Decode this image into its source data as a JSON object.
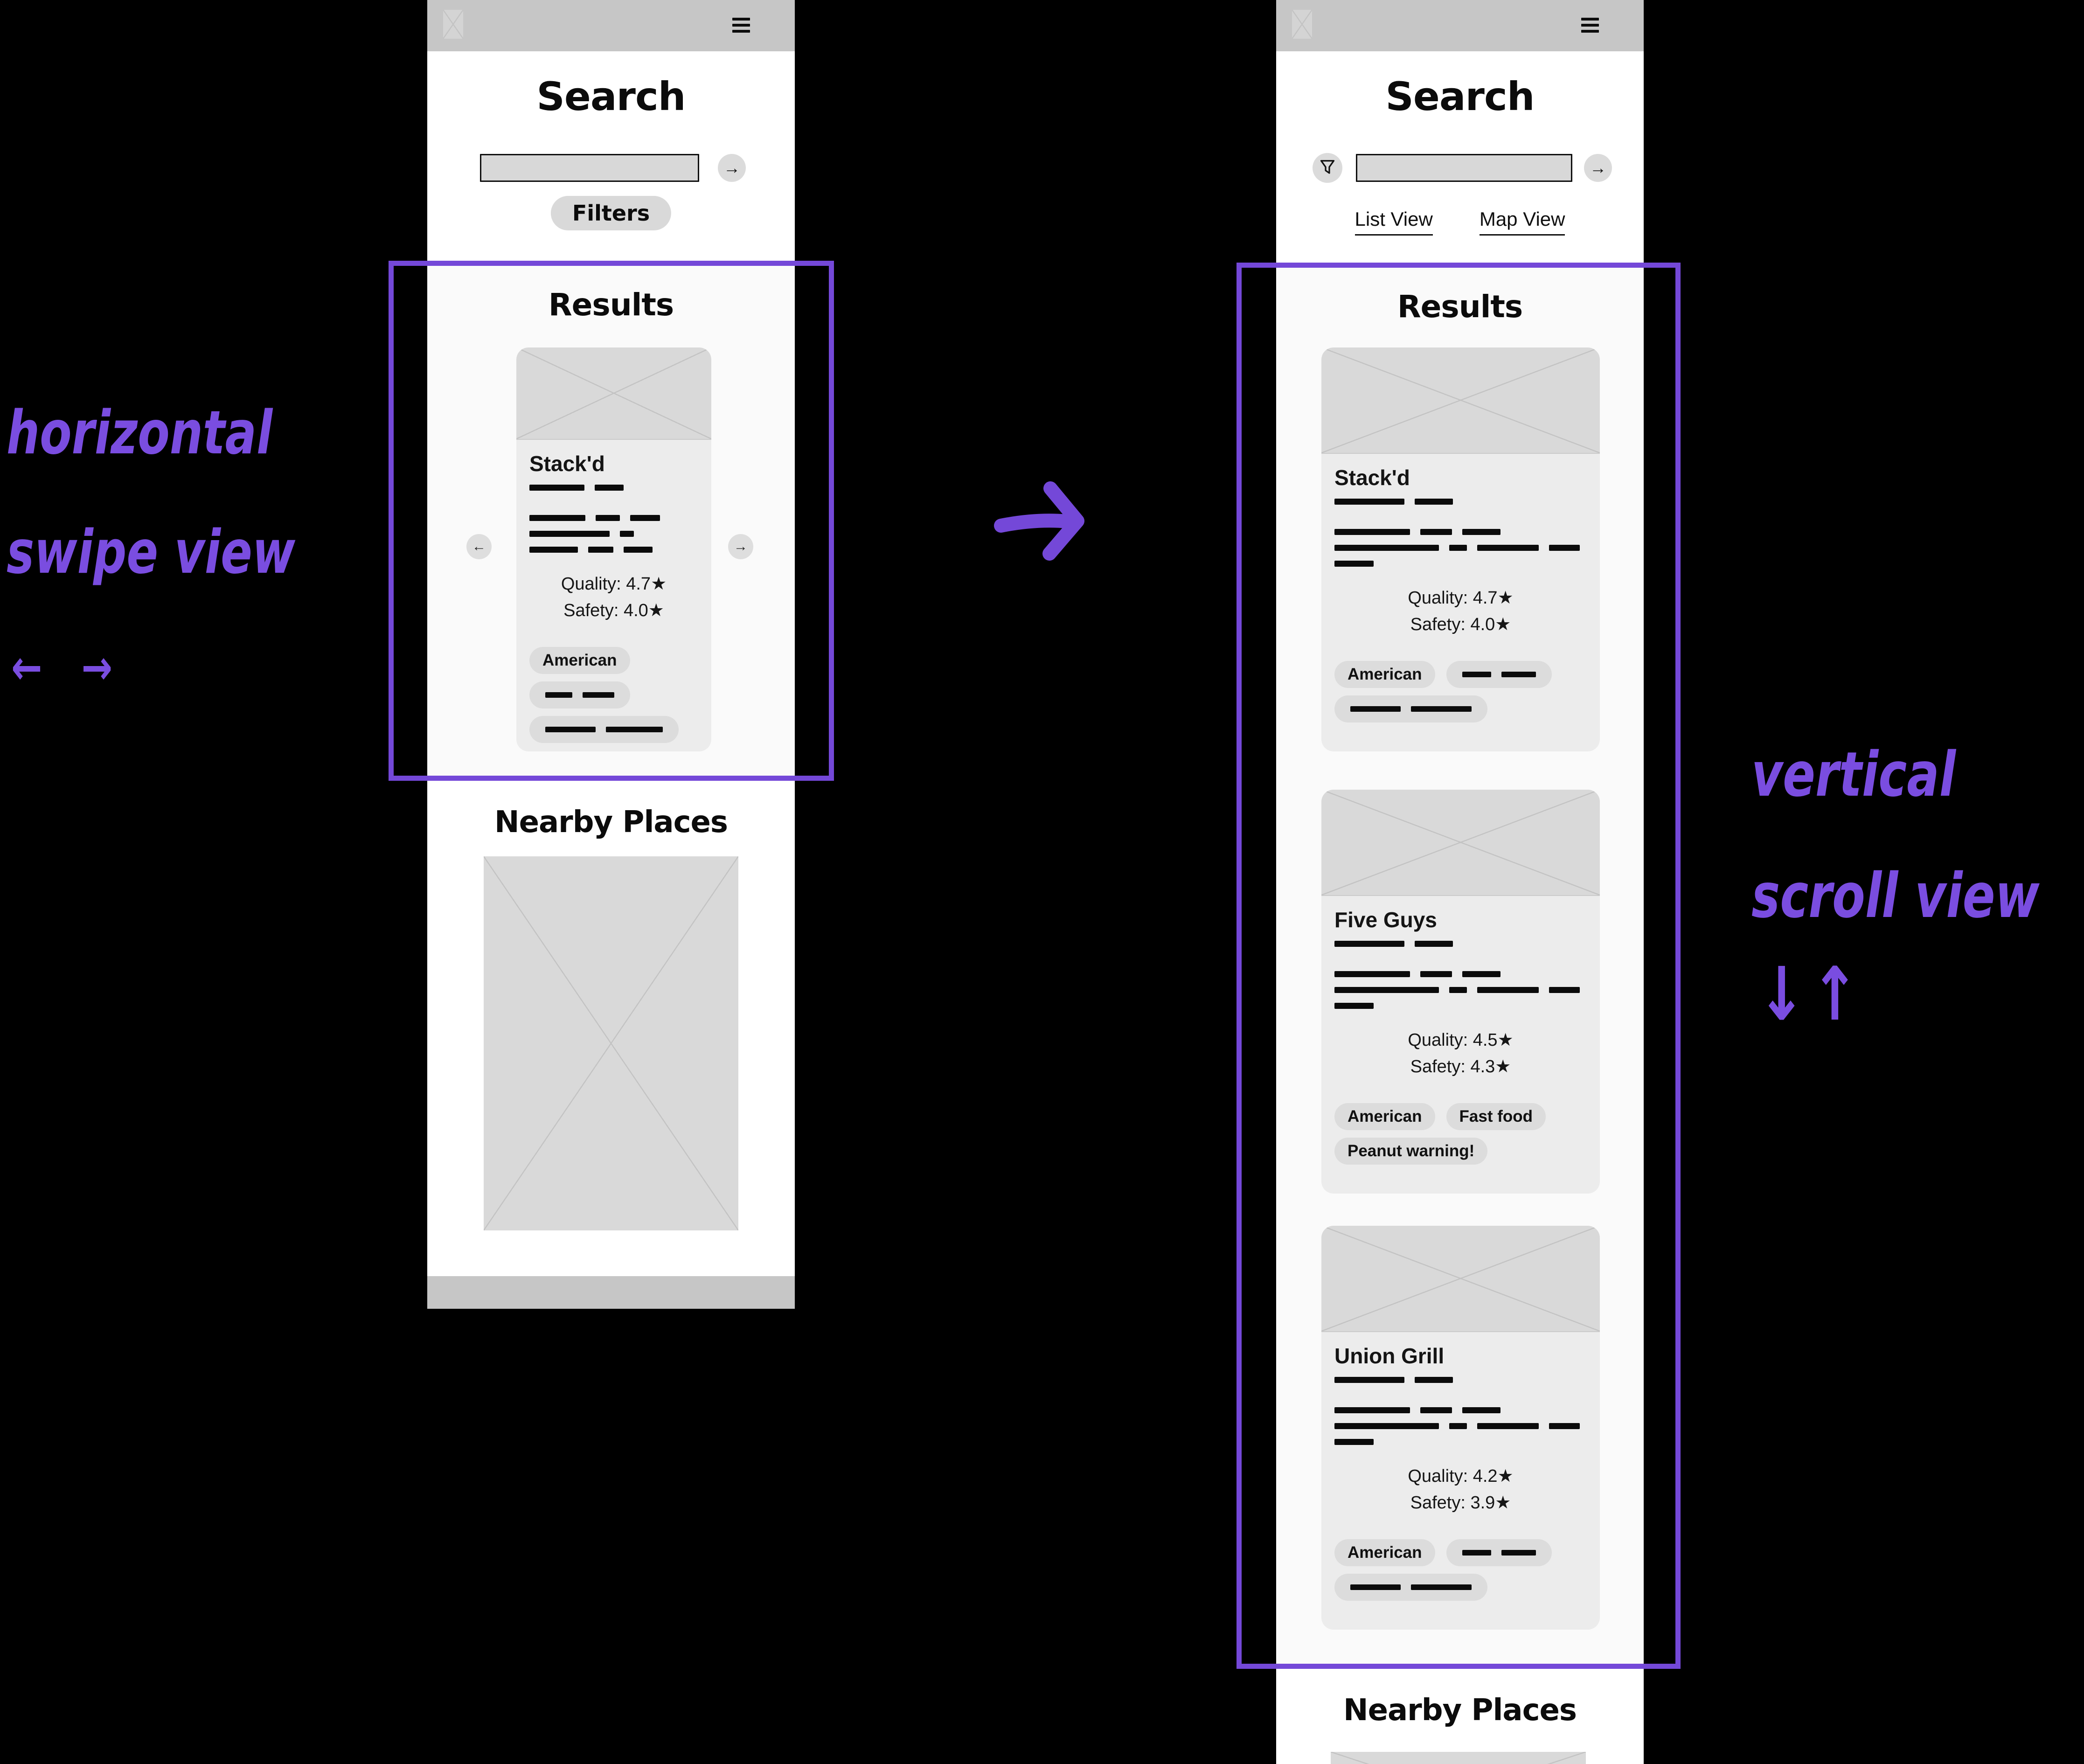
{
  "colors": {
    "canvas_bg": "#000000",
    "accent": "#7448d8",
    "handwriting": "#7a4de0",
    "topbar": "#c6c6c6",
    "results_bg": "#fafafa",
    "card_bg": "#ececec",
    "pill_bg": "#dcdcdc",
    "input_bg": "#d8d8d8",
    "placeholder_bg": "#d9d9d9"
  },
  "annotations": {
    "left": {
      "line1": "horizontal",
      "line2": "swipe view",
      "arrows": "← →"
    },
    "right": {
      "line1": "vertical",
      "line2": "scroll view",
      "arrows": "↓↑"
    },
    "middle_arrow_icon": "right-arrow"
  },
  "left_phone": {
    "header": {
      "menu_icon": "hamburger-icon",
      "image_icon": "image-placeholder"
    },
    "title": "Search",
    "search": {
      "value": "",
      "placeholder": "",
      "submit_icon": "→"
    },
    "filters_label": "Filters",
    "results_title": "Results",
    "carousel": {
      "prev_icon": "←",
      "next_icon": "→"
    },
    "card": {
      "name": "Stack'd",
      "quality": "Quality: 4.7★",
      "safety": "Safety: 4.0★",
      "skeleton": {
        "subtitle": [
          118,
          62
        ],
        "paragraph": [
          [
            120,
            52,
            64
          ],
          [
            172,
            30
          ],
          [
            104,
            54,
            62
          ]
        ]
      },
      "tag_rows": [
        [
          {
            "type": "text",
            "label": "American"
          }
        ],
        [
          {
            "type": "bars",
            "bars": [
              58,
              68
            ]
          }
        ],
        [
          {
            "type": "bars",
            "bars": [
              108,
              122
            ]
          }
        ]
      ]
    },
    "nearby_title": "Nearby Places"
  },
  "right_phone": {
    "header": {
      "menu_icon": "hamburger-icon",
      "image_icon": "image-placeholder"
    },
    "title": "Search",
    "search": {
      "value": "",
      "placeholder": "",
      "submit_icon": "→",
      "filter_icon": "funnel-icon"
    },
    "view_links": {
      "list": "List View",
      "map": "Map View"
    },
    "results_title": "Results",
    "cards": [
      {
        "name": "Stack'd",
        "quality": "Quality: 4.7★",
        "safety": "Safety: 4.0★",
        "skeleton": {
          "subtitle": [
            150,
            82
          ],
          "paragraph": [
            [
              162,
              68,
              82
            ],
            [
              224,
              38,
              132,
              66
            ],
            [
              84
            ]
          ]
        },
        "tag_rows": [
          [
            {
              "type": "text",
              "label": "American"
            },
            {
              "type": "bars",
              "bars": [
                62,
                74
              ]
            }
          ],
          [
            {
              "type": "bars",
              "bars": [
                108,
                130
              ]
            }
          ]
        ]
      },
      {
        "name": "Five Guys",
        "quality": "Quality: 4.5★",
        "safety": "Safety: 4.3★",
        "skeleton": {
          "subtitle": [
            150,
            82
          ],
          "paragraph": [
            [
              162,
              68,
              82
            ],
            [
              224,
              38,
              132,
              66
            ],
            [
              84
            ]
          ]
        },
        "tag_rows": [
          [
            {
              "type": "text",
              "label": "American"
            },
            {
              "type": "text",
              "label": "Fast food"
            }
          ],
          [
            {
              "type": "text",
              "label": "Peanut warning!"
            }
          ]
        ]
      },
      {
        "name": "Union Grill",
        "quality": "Quality: 4.2★",
        "safety": "Safety: 3.9★",
        "skeleton": {
          "subtitle": [
            150,
            82
          ],
          "paragraph": [
            [
              162,
              68,
              82
            ],
            [
              224,
              38,
              132,
              66
            ],
            [
              84
            ]
          ]
        },
        "tag_rows": [
          [
            {
              "type": "text",
              "label": "American"
            },
            {
              "type": "bars",
              "bars": [
                62,
                74
              ]
            }
          ],
          [
            {
              "type": "bars",
              "bars": [
                108,
                130
              ]
            }
          ]
        ]
      }
    ],
    "nearby_title": "Nearby Places"
  }
}
